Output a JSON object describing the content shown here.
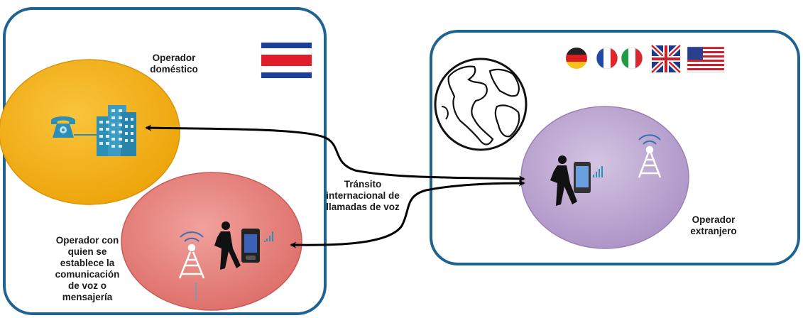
{
  "diagram": {
    "domestic_operator": {
      "line1": "Operador",
      "line2": "doméstico"
    },
    "local_party": {
      "line1": "Operador con",
      "line2": "quien se",
      "line3": "establece la",
      "line4": "comunicación",
      "line5": "de voz o",
      "line6": "mensajería"
    },
    "transit": {
      "line1": "Tránsito",
      "line2": "internacional de",
      "line3": "llamadas de voz"
    },
    "foreign_operator": {
      "line1": "Operador",
      "line2": "extranjero"
    }
  },
  "icons": {
    "domestic_flag": "costa-rica-flag",
    "foreign_flags": [
      "germany-flag",
      "france-flag",
      "italy-flag",
      "united-kingdom-flag",
      "usa-flag"
    ],
    "globe": "globe-icon",
    "telephone": "telephone-icon",
    "building": "office-building-icon",
    "tower": "cell-tower-icon",
    "person": "walking-person-icon",
    "phone": "mobile-phone-icon"
  },
  "colors": {
    "frame_border": "#1f6391",
    "domestic_circle": "#f2ab0f",
    "local_circle": "#e07670",
    "foreign_circle": "#b59ccb",
    "icon_blue": "#2e8fb6",
    "arrow": "#000000"
  }
}
